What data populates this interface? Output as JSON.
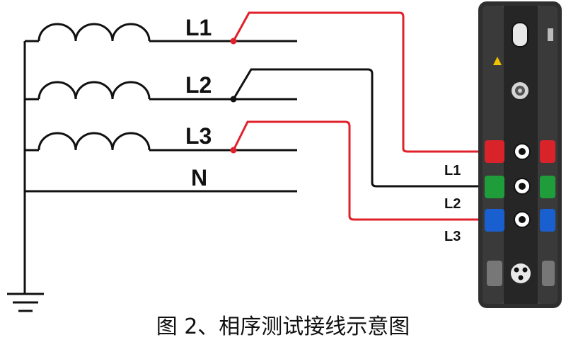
{
  "diagram": {
    "line_labels": [
      "L1",
      "L2",
      "L3",
      "N"
    ],
    "terminal_labels": [
      "L1",
      "L2",
      "L3"
    ],
    "caption": "图 2、相序测试接线示意图"
  },
  "colors": {
    "wire_red": "#e0202a",
    "wire_black": "#111111",
    "device_body": "#3a3a3a",
    "port_red": "#d8232a",
    "port_green": "#1f9d3a",
    "port_blue": "#1a5fd0"
  }
}
